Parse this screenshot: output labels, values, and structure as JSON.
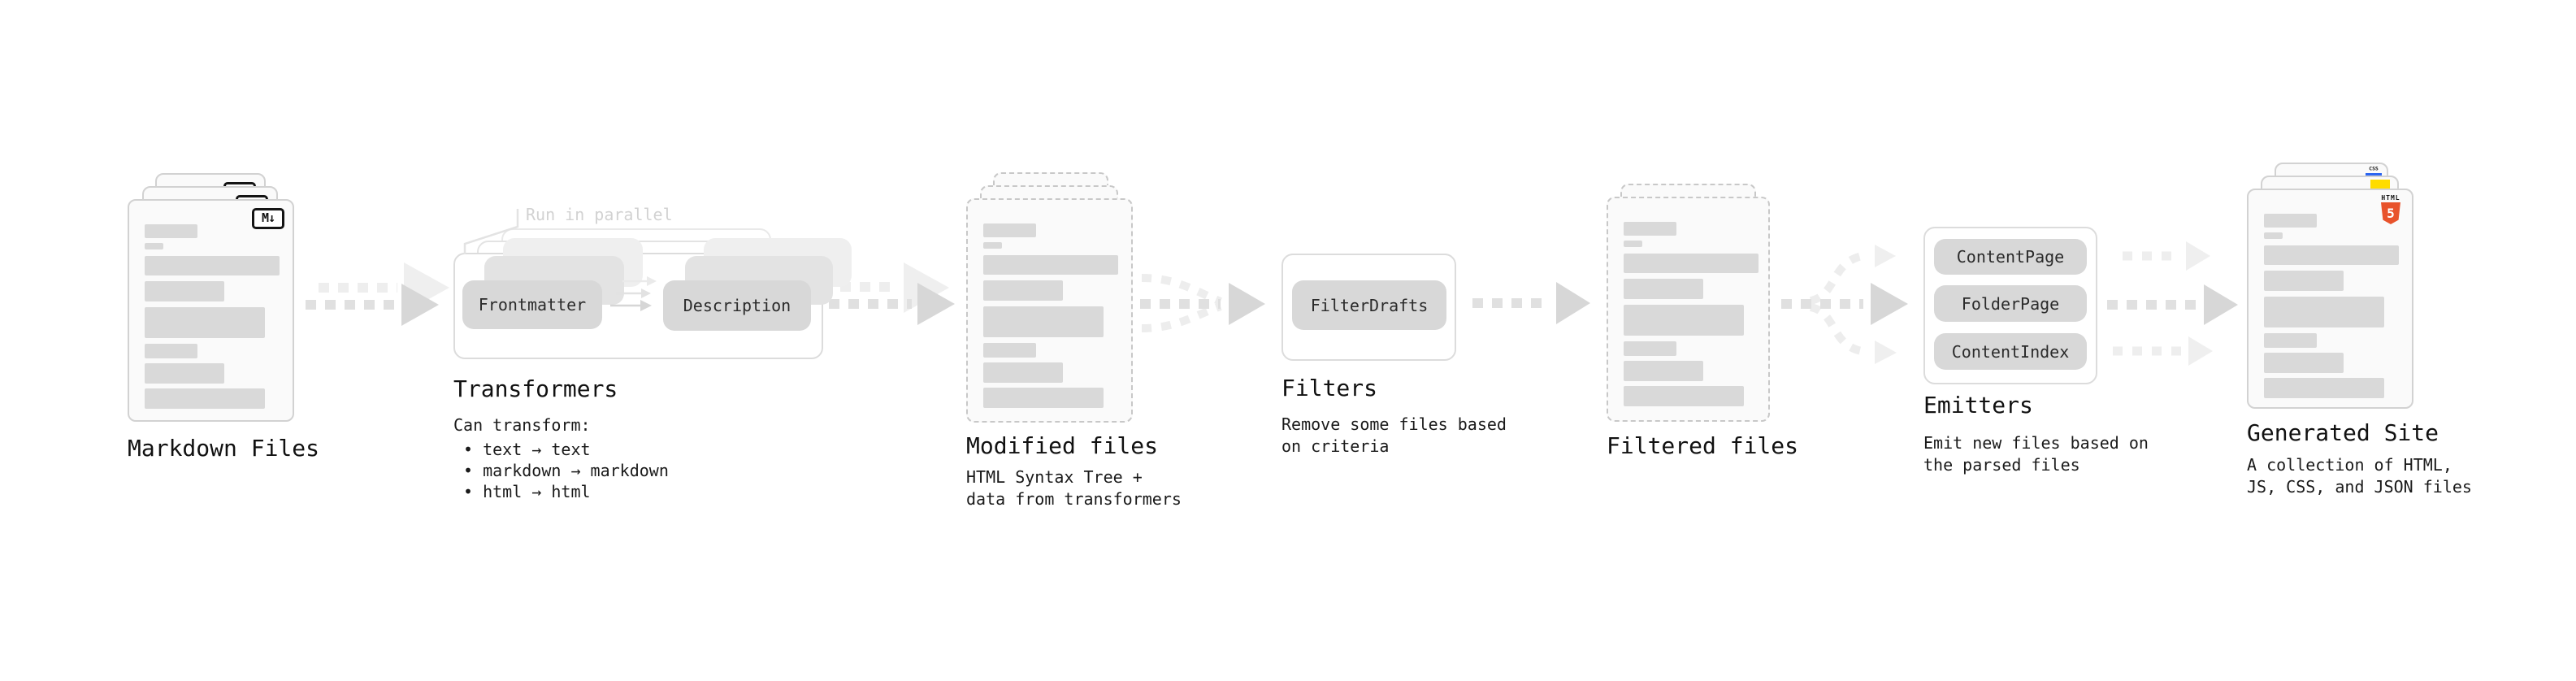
{
  "pipeline": {
    "markdown": {
      "label": "Markdown Files",
      "badge": "M↓"
    },
    "transformers": {
      "title": "Transformers",
      "annotation": "Run in parallel",
      "input_pill": "Frontmatter",
      "output_pill": "Description",
      "desc_heading": "Can transform:",
      "bullets": [
        "• text → text",
        "• markdown → markdown",
        "• html → html"
      ]
    },
    "modified": {
      "label": "Modified files",
      "desc": "HTML Syntax Tree +\ndata from transformers"
    },
    "filters": {
      "title": "Filters",
      "pill": "FilterDrafts",
      "desc": "Remove some files based\non criteria"
    },
    "filtered": {
      "label": "Filtered files"
    },
    "emitters": {
      "title": "Emitters",
      "pills": [
        "ContentPage",
        "FolderPage",
        "ContentIndex"
      ],
      "desc": "Emit new files based on\nthe parsed files"
    },
    "generated": {
      "label": "Generated Site",
      "desc": "A collection of HTML,\nJS, CSS, and JSON files",
      "html5_badge_top": "HTML",
      "html5_badge_number": "5",
      "css_badge": "CSS"
    },
    "colors": {
      "html5_orange": "#e8532c",
      "js_yellow": "#ffdc00",
      "css_blue": "#2b65f0",
      "arrow_dark": "#d7d7d7",
      "arrow_light": "#efefef"
    }
  }
}
